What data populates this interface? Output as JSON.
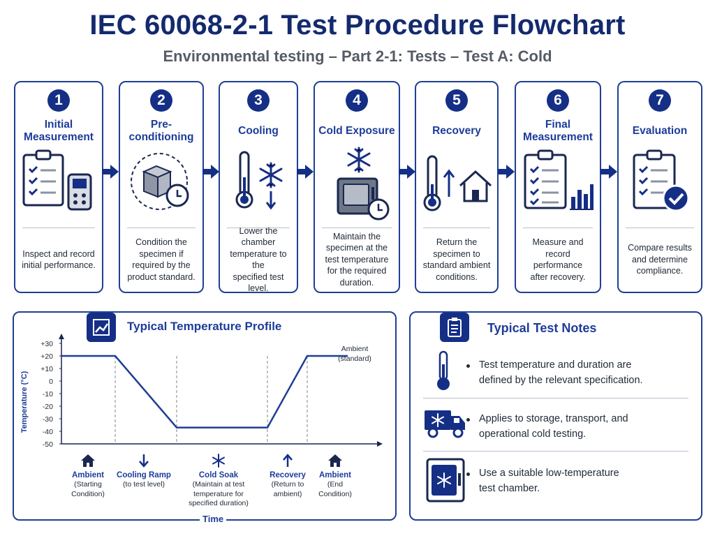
{
  "title": "IEC 60068-2-1 Test Procedure Flowchart",
  "subtitle": "Environmental testing – Part 2-1: Tests – Test A: Cold",
  "steps": [
    {
      "num": "1",
      "title_lines": [
        "Initial",
        "Measurement"
      ],
      "icon": "clipboard-meter-icon",
      "desc_lines": [
        "Inspect and record",
        "initial performance."
      ]
    },
    {
      "num": "2",
      "title_lines": [
        "Pre-conditioning"
      ],
      "icon": "box-clock-icon",
      "desc_lines": [
        "Condition the",
        "specimen if",
        "required by the",
        "product standard."
      ]
    },
    {
      "num": "3",
      "title_lines": [
        "Cooling"
      ],
      "icon": "thermometer-snowflake-icon",
      "desc_lines": [
        "Lower the chamber",
        "temperature to the",
        "specified test level."
      ]
    },
    {
      "num": "4",
      "title_lines": [
        "Cold Exposure"
      ],
      "icon": "chamber-snowflake-clock-icon",
      "desc_lines": [
        "Maintain the",
        "specimen at the",
        "test temperature",
        "for the required",
        "duration."
      ]
    },
    {
      "num": "5",
      "title_lines": [
        "Recovery"
      ],
      "icon": "thermometer-home-icon",
      "desc_lines": [
        "Return the",
        "specimen to",
        "standard ambient",
        "conditions."
      ]
    },
    {
      "num": "6",
      "title_lines": [
        "Final",
        "Measurement"
      ],
      "icon": "clipboard-bars-icon",
      "desc_lines": [
        "Measure and",
        "record performance",
        "after recovery."
      ]
    },
    {
      "num": "7",
      "title_lines": [
        "Evaluation"
      ],
      "icon": "clipboard-check-icon",
      "desc_lines": [
        "Compare results",
        "and determine",
        "compliance."
      ]
    }
  ],
  "profile": {
    "heading": "Typical Temperature Profile",
    "ylabel": "Temperature (°C)",
    "xlabel": "Time",
    "ambient_label": [
      "Ambient",
      "(standard)"
    ],
    "phases": [
      {
        "icon": "home-icon",
        "title": "Ambient",
        "lines": [
          "(Starting",
          "Condition)"
        ]
      },
      {
        "icon": "arrow-down-icon",
        "title": "Cooling Ramp",
        "lines": [
          "(to test level)"
        ]
      },
      {
        "icon": "snowflake-icon",
        "title": "Cold Soak",
        "lines": [
          "(Maintain at test",
          "temperature for",
          "specified duration)"
        ]
      },
      {
        "icon": "arrow-up-icon",
        "title": "Recovery",
        "lines": [
          "(Return to",
          "ambient)"
        ]
      },
      {
        "icon": "home-icon",
        "title": "Ambient",
        "lines": [
          "(End",
          "Condition)"
        ]
      }
    ]
  },
  "chart_data": {
    "type": "line",
    "title": "Typical Temperature Profile",
    "xlabel": "Time",
    "ylabel": "Temperature (°C)",
    "yticks": [
      "+30",
      "+20",
      "+10",
      "0",
      "-10",
      "-20",
      "-30",
      "-40",
      "-50"
    ],
    "ylim": [
      -50,
      30
    ],
    "x": [
      0,
      1,
      2,
      3,
      4,
      5
    ],
    "series": [
      {
        "values": [
          20,
          20,
          -37,
          -37,
          20,
          20
        ]
      }
    ],
    "annotations": [
      "Ambient (standard)"
    ],
    "grid": false
  },
  "notes": {
    "heading": "Typical Test Notes",
    "items": [
      {
        "icon": "thermometer-icon",
        "lines": [
          "Test temperature and duration are",
          "defined by the relevant specification."
        ]
      },
      {
        "icon": "truck-snowflake-icon",
        "lines": [
          "Applies to storage, transport, and",
          "operational cold testing."
        ]
      },
      {
        "icon": "chamber-icon",
        "lines": [
          "Use a suitable low-temperature",
          "test chamber."
        ]
      }
    ]
  },
  "colors": {
    "navy": "#152f86",
    "accent": "#1d3c99",
    "border": "#1f3f94",
    "subtitle": "#555c66"
  }
}
